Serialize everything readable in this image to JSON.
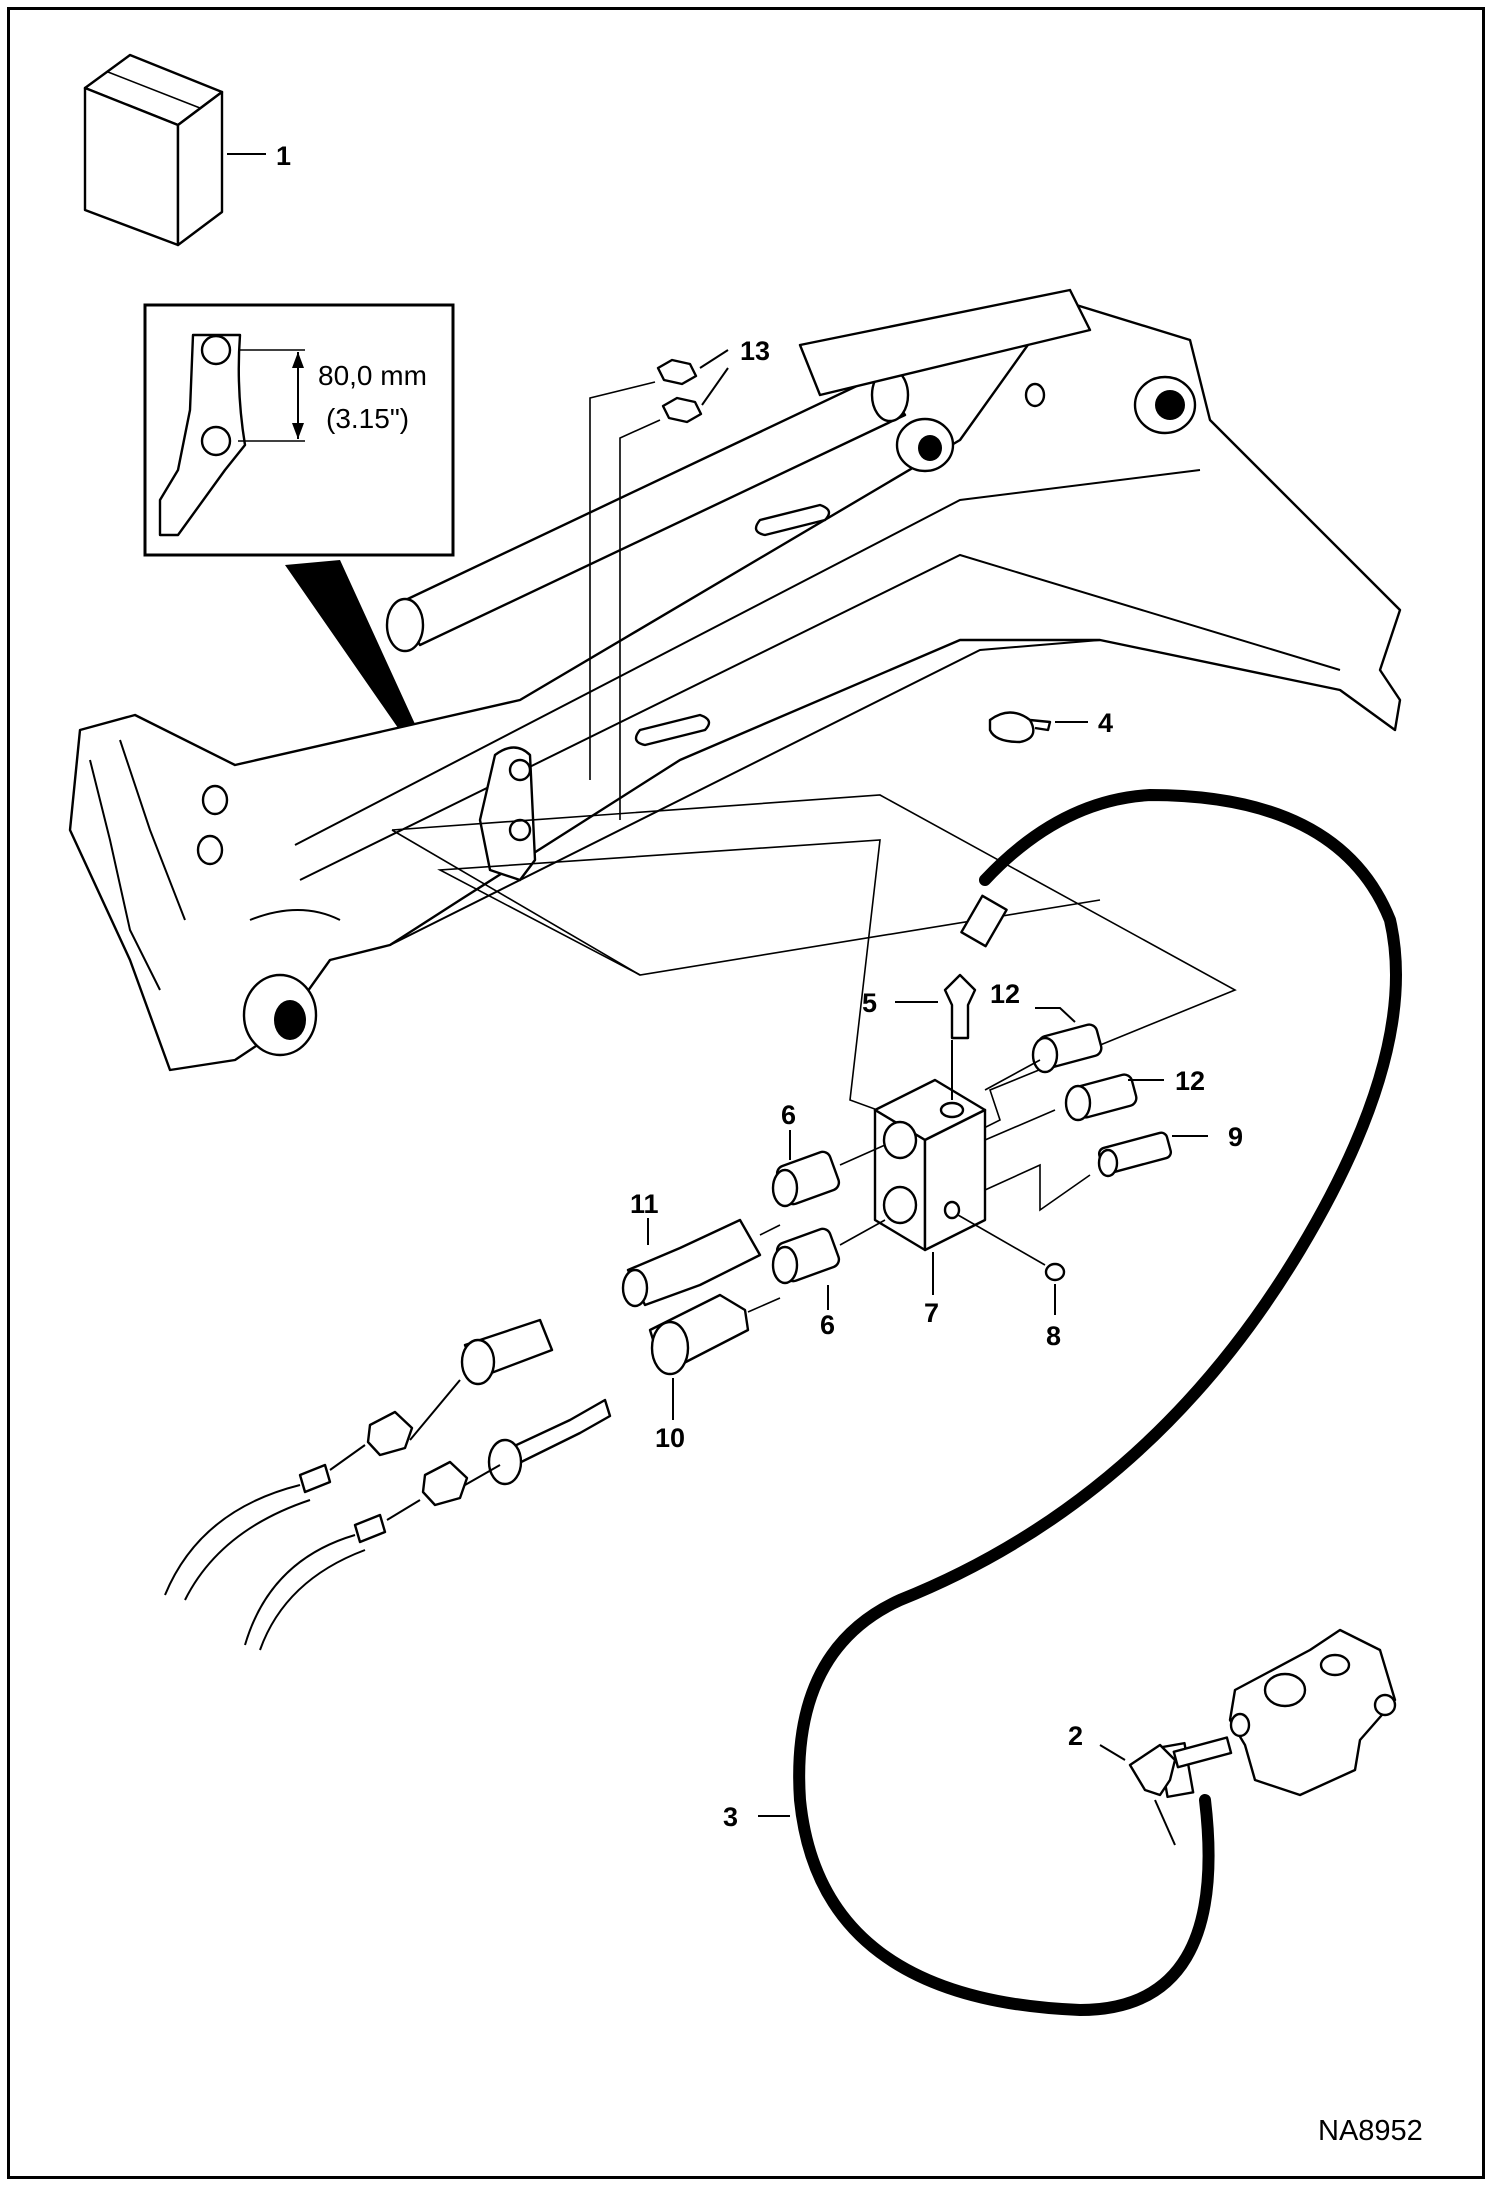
{
  "diagram": {
    "callouts": [
      "1",
      "2",
      "3",
      "4",
      "5",
      "6",
      "6",
      "7",
      "8",
      "9",
      "10",
      "11",
      "12",
      "12",
      "13"
    ],
    "detail_dimension": {
      "metric": "80,0 mm",
      "imperial": "(3.15\")"
    },
    "figure_ref": "NA8952"
  }
}
